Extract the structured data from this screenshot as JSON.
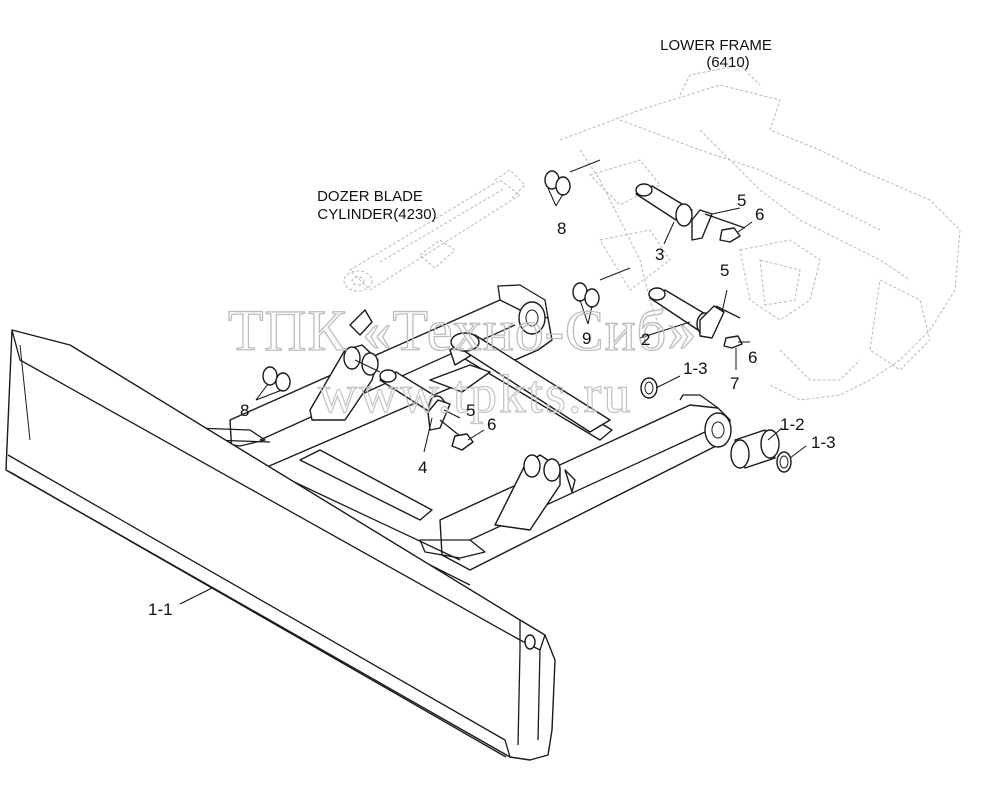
{
  "diagram": {
    "annotations": {
      "lower_frame": {
        "line1": "LOWER FRAME",
        "line2": "(6410)"
      },
      "dozer_cylinder": {
        "line1": "DOZER BLADE",
        "line2": "CYLINDER(4230)"
      }
    },
    "callouts": {
      "c8_top": "8",
      "c5_top": "5",
      "c6_top": "6",
      "c3": "3",
      "c5_mid": "5",
      "c9": "9",
      "c2": "2",
      "c6_mid": "6",
      "c7": "7",
      "c1_3_mid": "1-3",
      "c8_left": "8",
      "c5_low": "5",
      "c6_low": "6",
      "c4": "4",
      "c1_2": "1-2",
      "c1_3_right": "1-3",
      "c1_1": "1-1"
    },
    "watermark": {
      "line1": "ТПК «Техно-Сиб»",
      "line2": "www.tpkts.ru"
    }
  }
}
